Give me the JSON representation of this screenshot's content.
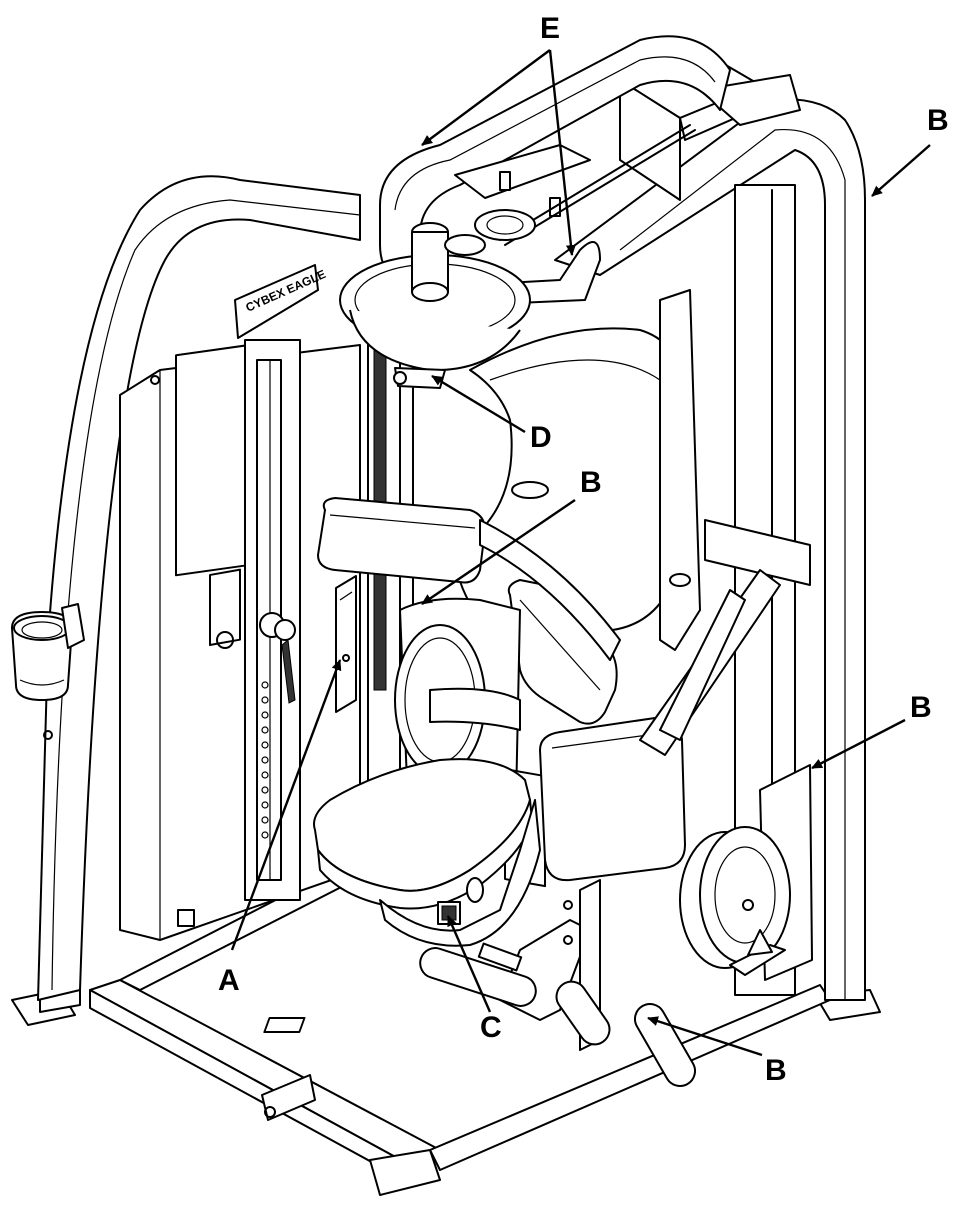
{
  "figure": {
    "labels": {
      "a": "A",
      "b_top_right": "B",
      "b_center": "B",
      "b_right": "B",
      "b_bottom": "B",
      "c": "C",
      "d": "D",
      "e": "E"
    },
    "logo_text": "CYBEX EAGLE",
    "colors": {
      "line": "#000000",
      "background": "#ffffff",
      "shade": "#333333"
    }
  }
}
